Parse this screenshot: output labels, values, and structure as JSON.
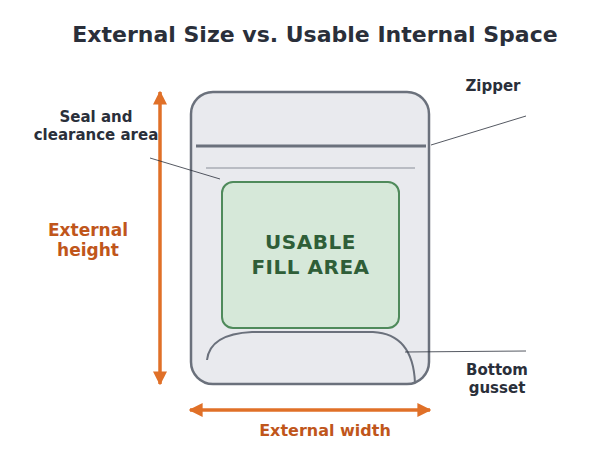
{
  "diagram": {
    "title": "External Size vs. Usable Internal Space",
    "nodes": [
      {
        "text": [
          "USABLE FILL AREA"
        ]
      }
    ],
    "labels": [
      "Seal and clearance area",
      "Zipper",
      "External height",
      "Bottom gusset",
      "External width"
    ]
  }
}
